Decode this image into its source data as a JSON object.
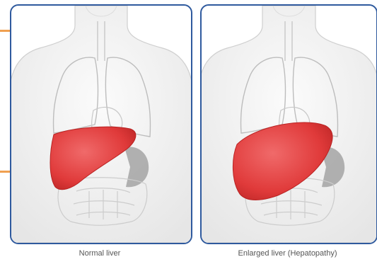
{
  "panels": [
    {
      "caption": "Normal liver"
    },
    {
      "caption": "Enlarged liver (Hepatopathy)"
    }
  ],
  "colors": {
    "panel_border": "#2f5a9e",
    "liver": "#e03a3a",
    "body_outline": "#c8c8c8",
    "left_marker": "#f0a050"
  },
  "icons": [
    "torso-illustration",
    "liver-organ",
    "lung-outline",
    "stomach-shape",
    "intestines-outline"
  ]
}
